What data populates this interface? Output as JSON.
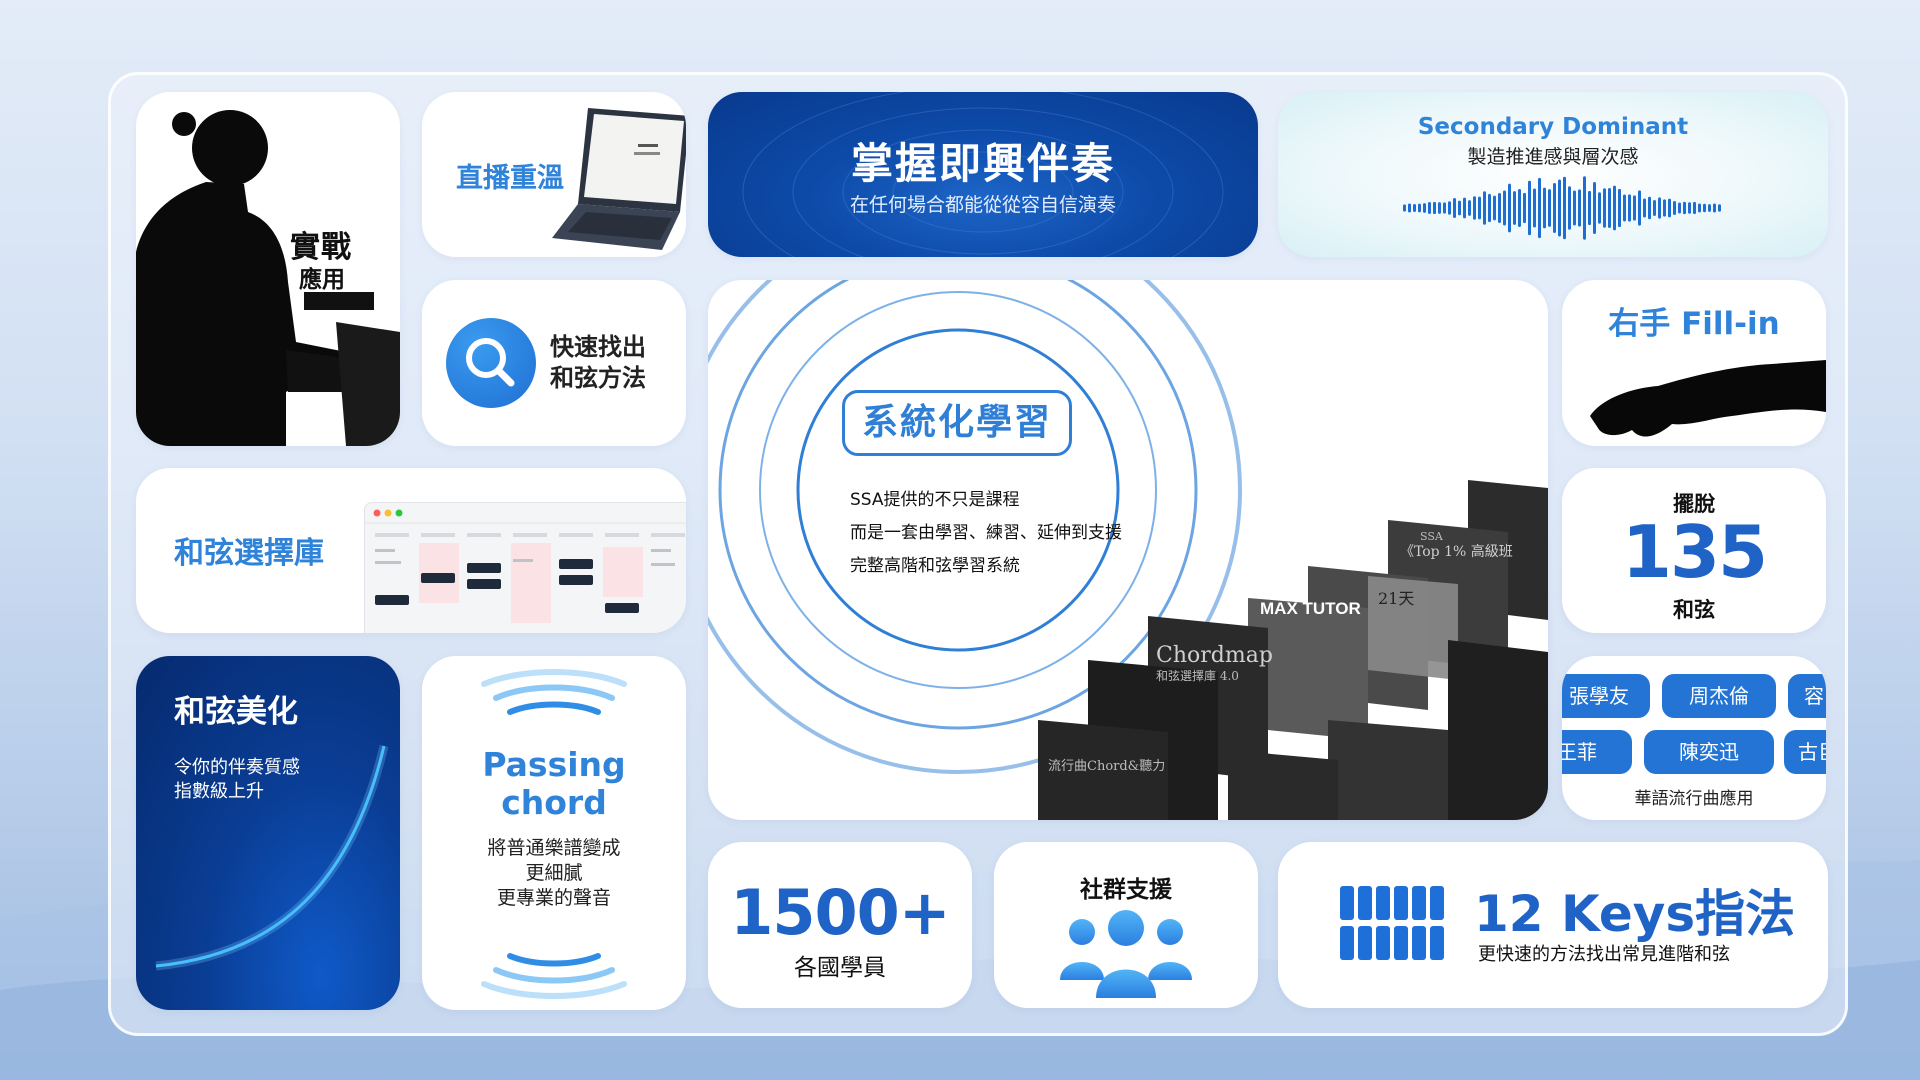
{
  "cards": {
    "practical": {
      "line1": "實戰",
      "line2": "應用"
    },
    "live_replay": {
      "label": "直播重溫"
    },
    "search": {
      "line1": "快速找出",
      "line2": "和弦方法"
    },
    "chord_library": {
      "label": "和弦選擇庫"
    },
    "beautify": {
      "title": "和弦美化",
      "line1": "令你的伴奏質感",
      "line2": "指數級上升"
    },
    "passing": {
      "title1": "Passing",
      "title2": "chord",
      "line1": "將普通樂譜變成",
      "line2": "更細膩",
      "line3": "更專業的聲音"
    },
    "master": {
      "title": "掌握即興伴奏",
      "subtitle": "在任何場合都能從從容自信演奏"
    },
    "secondary_dominant": {
      "title": "Secondary Dominant",
      "subtitle": "製造推進感與層次感"
    },
    "system": {
      "badge": "系統化學習",
      "line1": "SSA提供的不只是課程",
      "line2": "而是一套由學習、練習、延伸到支援",
      "line3": "完整高階和弦學習系統",
      "book_labels": [
        "MAX TUTOR",
        "Chordmap",
        "和弦選擇庫 4.0",
        "21天",
        "《Top 1% 高級班",
        "SSA",
        "流行曲Chord&聽力"
      ]
    },
    "fill_in": {
      "title": "右手 Fill-in"
    },
    "chords135": {
      "top": "擺脫",
      "number": "135",
      "bottom": "和弦"
    },
    "pop": {
      "row1": [
        "張學友",
        "周杰倫",
        "容"
      ],
      "row2": [
        "王菲",
        "陳奕迅",
        "古巨"
      ],
      "caption": "華語流行曲應用"
    },
    "students": {
      "number": "1500+",
      "label": "各國學員"
    },
    "community": {
      "title": "社群支援"
    },
    "keys": {
      "title": "12 Keys指法",
      "subtitle": "更快速的方法找出常見進階和弦"
    }
  },
  "colors": {
    "accent": "#2f83d8",
    "deep_blue": "#0d4aa8",
    "number_blue": "#1f63c6"
  }
}
